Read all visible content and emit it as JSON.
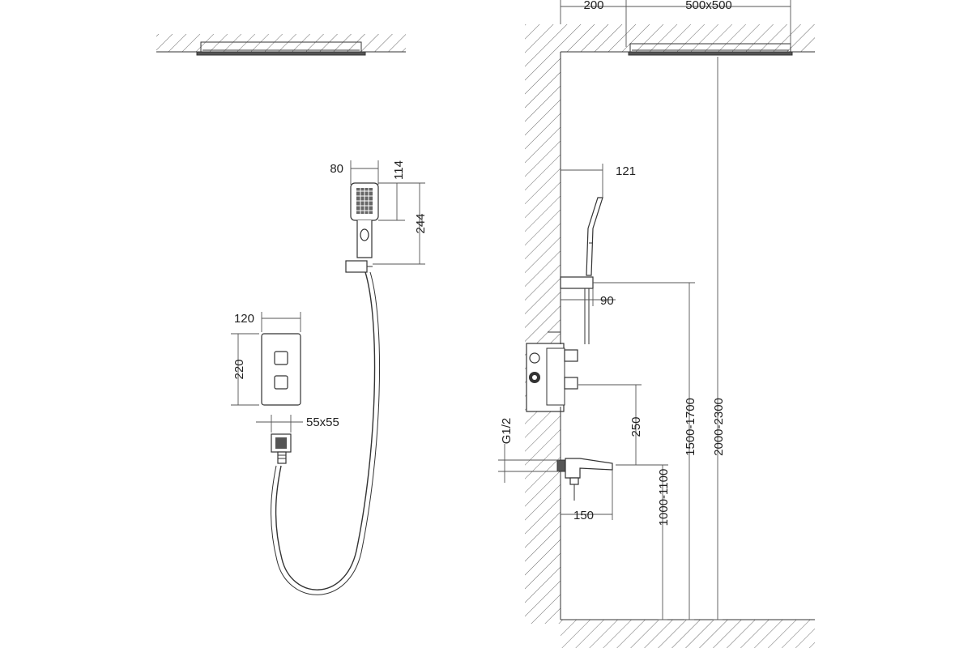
{
  "dimensions": {
    "hand_shower_width": "80",
    "hand_shower_head_height": "114",
    "hand_shower_total_height": "244",
    "panel_width": "120",
    "panel_height": "220",
    "outlet_size": "55x55",
    "ceiling_offset": "200",
    "overhead_size": "500x500",
    "shower_projection": "121",
    "holder_projection": "90",
    "spout_projection": "150",
    "thread": "G1/2",
    "mixer_to_spout": "250",
    "spout_height": "1000-1100",
    "holder_height": "1500-1700",
    "overhead_height": "2000-2300"
  }
}
